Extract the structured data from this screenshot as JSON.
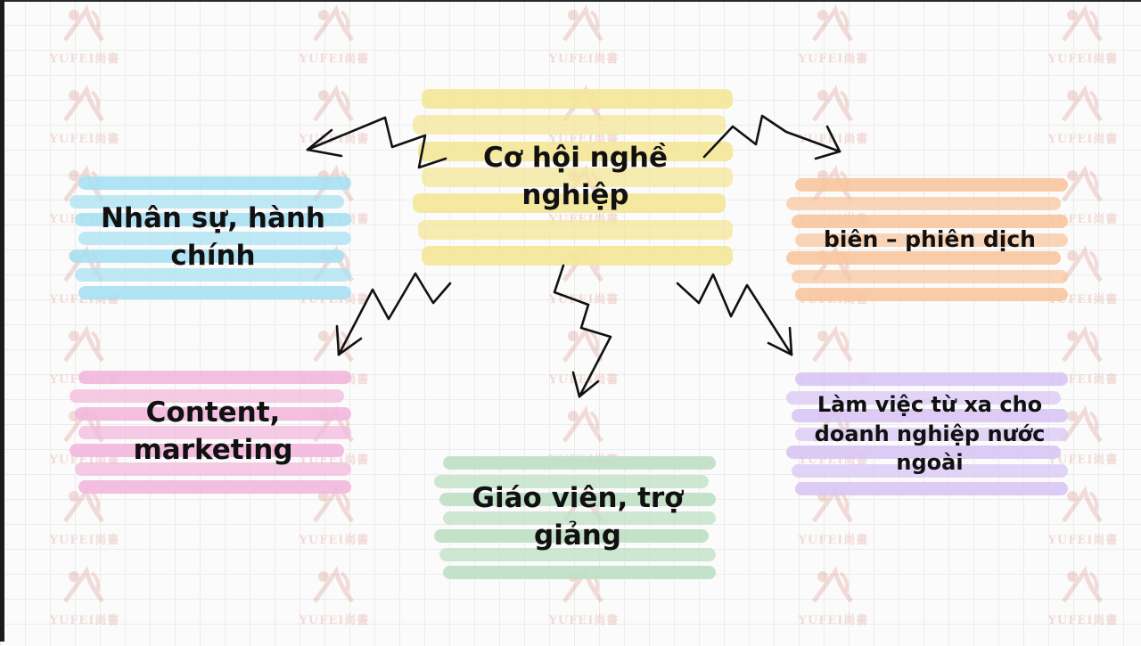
{
  "watermark": {
    "brand_text": "YUFEI尚書"
  },
  "diagram": {
    "center": {
      "label": "Cơ hội nghề nghiệp",
      "color": "#f4e79a"
    },
    "branches": [
      {
        "id": "hr",
        "label": "Nhân sự, hành chính",
        "color": "#a9e1f2"
      },
      {
        "id": "content",
        "label": "Content, marketing",
        "color": "#f2b9dd"
      },
      {
        "id": "teacher",
        "label": "Giáo viên, trợ giảng",
        "color": "#bfe0c5"
      },
      {
        "id": "translate",
        "label": "biên – phiên dịch",
        "color": "#f8c7a0"
      },
      {
        "id": "remote",
        "label": "Làm việc từ xa cho doanh nghiệp nước ngoài",
        "color": "#d9c7f4"
      }
    ]
  }
}
